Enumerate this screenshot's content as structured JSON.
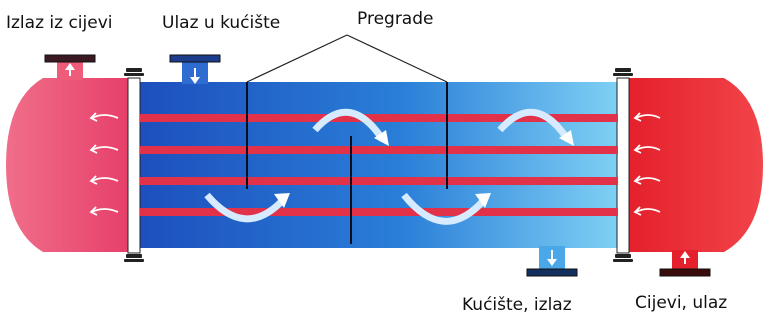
{
  "labels": {
    "tube_outlet": "Izlaz iz cijevi",
    "shell_inlet": "Ulaz u kućište",
    "baffles": "Pregrade",
    "shell_outlet": "Kućište, izlaz",
    "tube_inlet": "Cijevi, ulaz"
  },
  "colors": {
    "hot_header": "#e8333d",
    "cool_header": "#ee5c7a",
    "tube": "#e2324a",
    "shell_light": "#6ec8f0",
    "shell_dark": "#1f5fc4",
    "baffle": "#0c0c1e",
    "flow_arrow": "#cfe8ff"
  },
  "icons": {
    "tube_flow_arrow": "small-curved-arrow-icon",
    "shell_flow_arrow": "curved-arrow-icon",
    "nozzle_arrow": "down-arrow-icon"
  }
}
